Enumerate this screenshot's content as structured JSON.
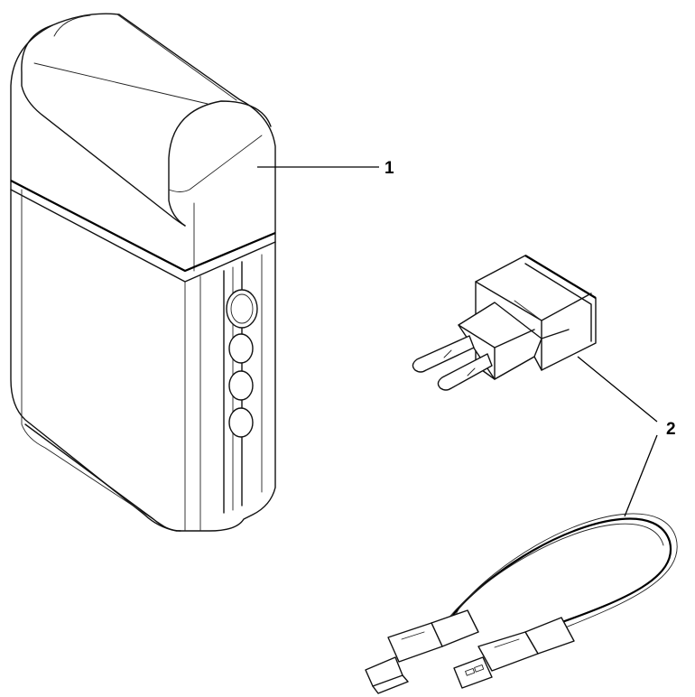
{
  "callouts": [
    {
      "label": "1",
      "part": "device"
    },
    {
      "label": "2",
      "part": "charger-and-cable"
    }
  ]
}
